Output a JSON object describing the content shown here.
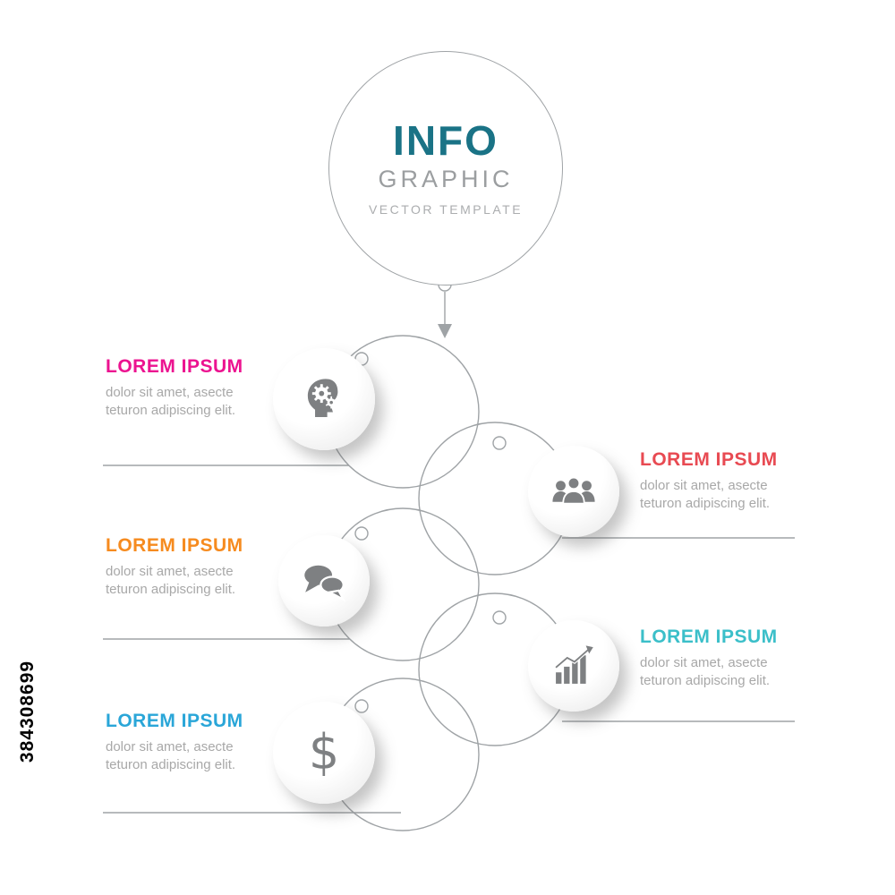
{
  "watermark": "384308699",
  "header": {
    "title_line1": "INFO",
    "title_line2": "GRAPHIC",
    "subtitle": "VECTOR TEMPLATE",
    "title_color": "#1a7386"
  },
  "items": [
    {
      "heading": "LOREM IPSUM",
      "body": "dolor sit amet, asecte\nteturon adipiscing elit.",
      "color": "#ec1390",
      "icon": "head-gear-icon",
      "side": "left"
    },
    {
      "heading": "LOREM IPSUM",
      "body": "dolor sit amet, asecte\nteturon adipiscing elit.",
      "color": "#e84a52",
      "icon": "people-icon",
      "side": "right"
    },
    {
      "heading": "LOREM IPSUM",
      "body": "dolor sit amet, asecte\nteturon adipiscing elit.",
      "color": "#f68b1f",
      "icon": "chat-bubbles-icon",
      "side": "left"
    },
    {
      "heading": "LOREM IPSUM",
      "body": "dolor sit amet, asecte\nteturon adipiscing elit.",
      "color": "#3bbfc9",
      "icon": "bar-chart-icon",
      "side": "right"
    },
    {
      "heading": "LOREM IPSUM",
      "body": "dolor sit amet, asecte\nteturon adipiscing elit.",
      "color": "#2aa6d8",
      "icon": "dollar-icon",
      "side": "left"
    }
  ],
  "icons": {
    "dollar_glyph": "$"
  }
}
